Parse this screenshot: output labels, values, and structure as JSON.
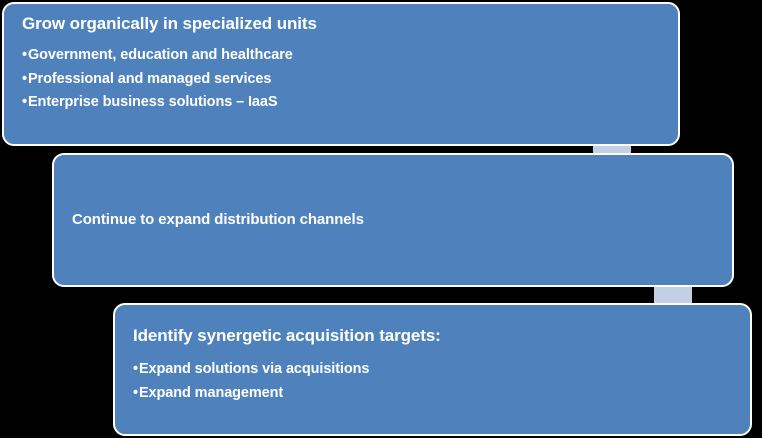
{
  "diagram": {
    "type": "vertical-process-flow",
    "background_color": "#000000",
    "box_fill_color": "#4F81BD",
    "box_border_color": "#FFFFFF",
    "arrow_color": "#C2CFE5",
    "text_color": "#FFFFFF",
    "steps": [
      {
        "id": "grow-organically",
        "title": "Grow organically in specialized units",
        "bullets": [
          "Government, education and healthcare",
          "Professional and managed services",
          "Enterprise business solutions – IaaS"
        ]
      },
      {
        "id": "expand-distribution",
        "title": "Continue to expand distribution channels",
        "bullets": []
      },
      {
        "id": "acquisition-targets",
        "title": "Identify synergetic acquisition targets:",
        "bullets": [
          "Expand solutions via acquisitions",
          "Expand management"
        ]
      }
    ],
    "connectors": [
      {
        "id": "arrow-1",
        "label": "down-arrow",
        "from": "grow-organically",
        "to": "expand-distribution"
      },
      {
        "id": "arrow-2",
        "label": "down-arrow",
        "from": "expand-distribution",
        "to": "acquisition-targets"
      }
    ],
    "bullet_glyph": "•"
  }
}
